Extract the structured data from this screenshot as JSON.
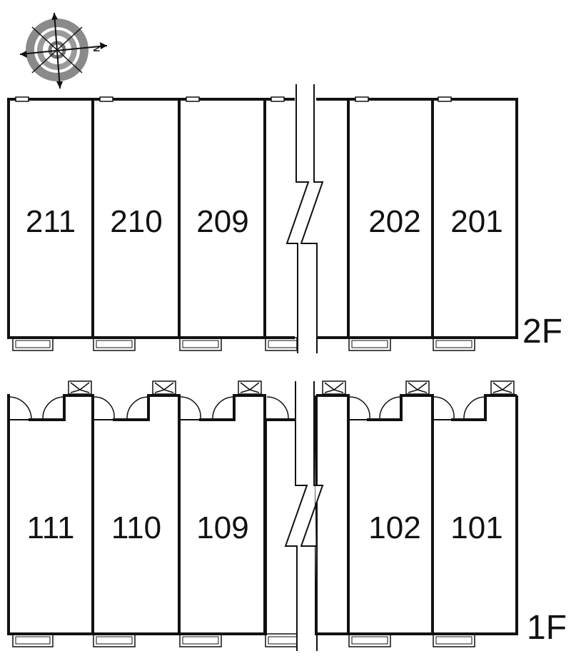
{
  "compass": {
    "letter": "N",
    "icon": "compass-rose-icon"
  },
  "floors": [
    {
      "label": "2F",
      "rooms": [
        "211",
        "210",
        "209",
        "202",
        "201"
      ]
    },
    {
      "label": "1F",
      "rooms": [
        "111",
        "110",
        "109",
        "102",
        "101"
      ]
    }
  ],
  "colors": {
    "wall": "#111111",
    "ring": "#8a8a8a",
    "background": "#ffffff"
  }
}
